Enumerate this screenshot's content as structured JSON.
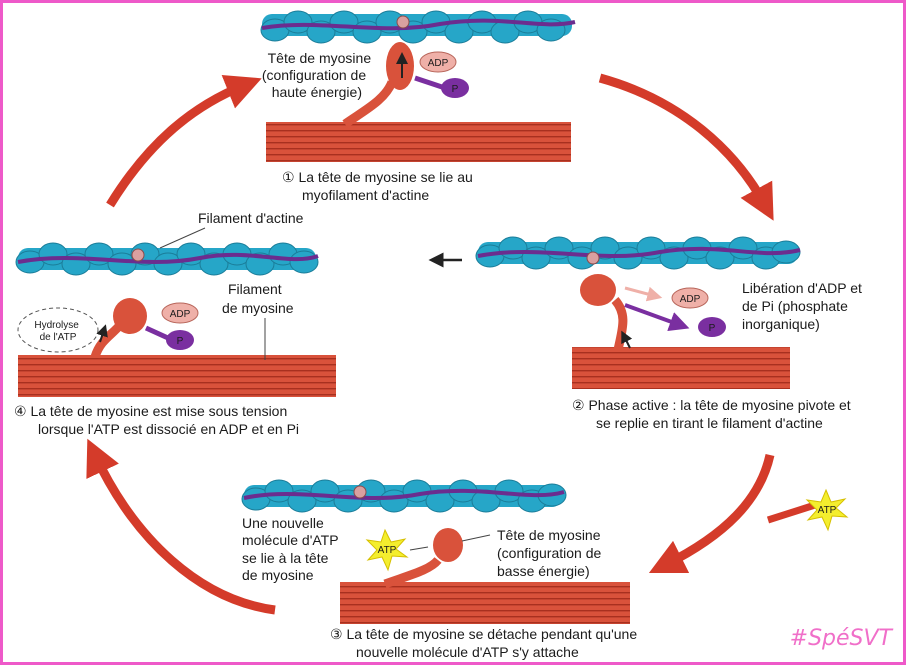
{
  "labels": {
    "step1_head": [
      "Tête de myosine",
      "(configuration de",
      "haute énergie)"
    ],
    "step1_caption": [
      "① La tête de myosine se lie au",
      "myofilament d'actine"
    ],
    "actin_filament": "Filament d'actine",
    "myosin_filament": [
      "Filament",
      "de myosine"
    ],
    "hydrolysis": [
      "Hydrolyse",
      "de l'ATP"
    ],
    "step4_caption": [
      "④ La tête de myosine est mise sous tension",
      "lorsque l'ATP est dissocié en ADP et en Pi"
    ],
    "step2_release": [
      "Libération d'ADP et",
      "de Pi (phosphate",
      "inorganique)"
    ],
    "step2_caption": [
      "② Phase active : la tête de myosine pivote et",
      "se replie en tirant le filament d'actine"
    ],
    "step3_new_atp": [
      "Une nouvelle",
      "molécule d'ATP",
      "se lie à la tête",
      "de myosine"
    ],
    "step3_head": [
      "Tête de myosine",
      "(configuration de",
      "basse énergie)"
    ],
    "step3_caption": [
      "③ La tête de myosine se détache pendant qu'une",
      "nouvelle molécule d'ATP s'y attache"
    ],
    "adp": "ADP",
    "p": "P",
    "atp": "ATP"
  },
  "hashtag": "#SpéSVT",
  "colors": {
    "frame": "#ee59c9",
    "actin": "#26a6c8",
    "tropomyosin": "#6b2d8f",
    "myosin": "#d9523b",
    "arrow": "#d43b2a",
    "adp": "#efb0a8",
    "phosphate": "#7a2fa0",
    "atp_star": "#f4ee2e"
  }
}
